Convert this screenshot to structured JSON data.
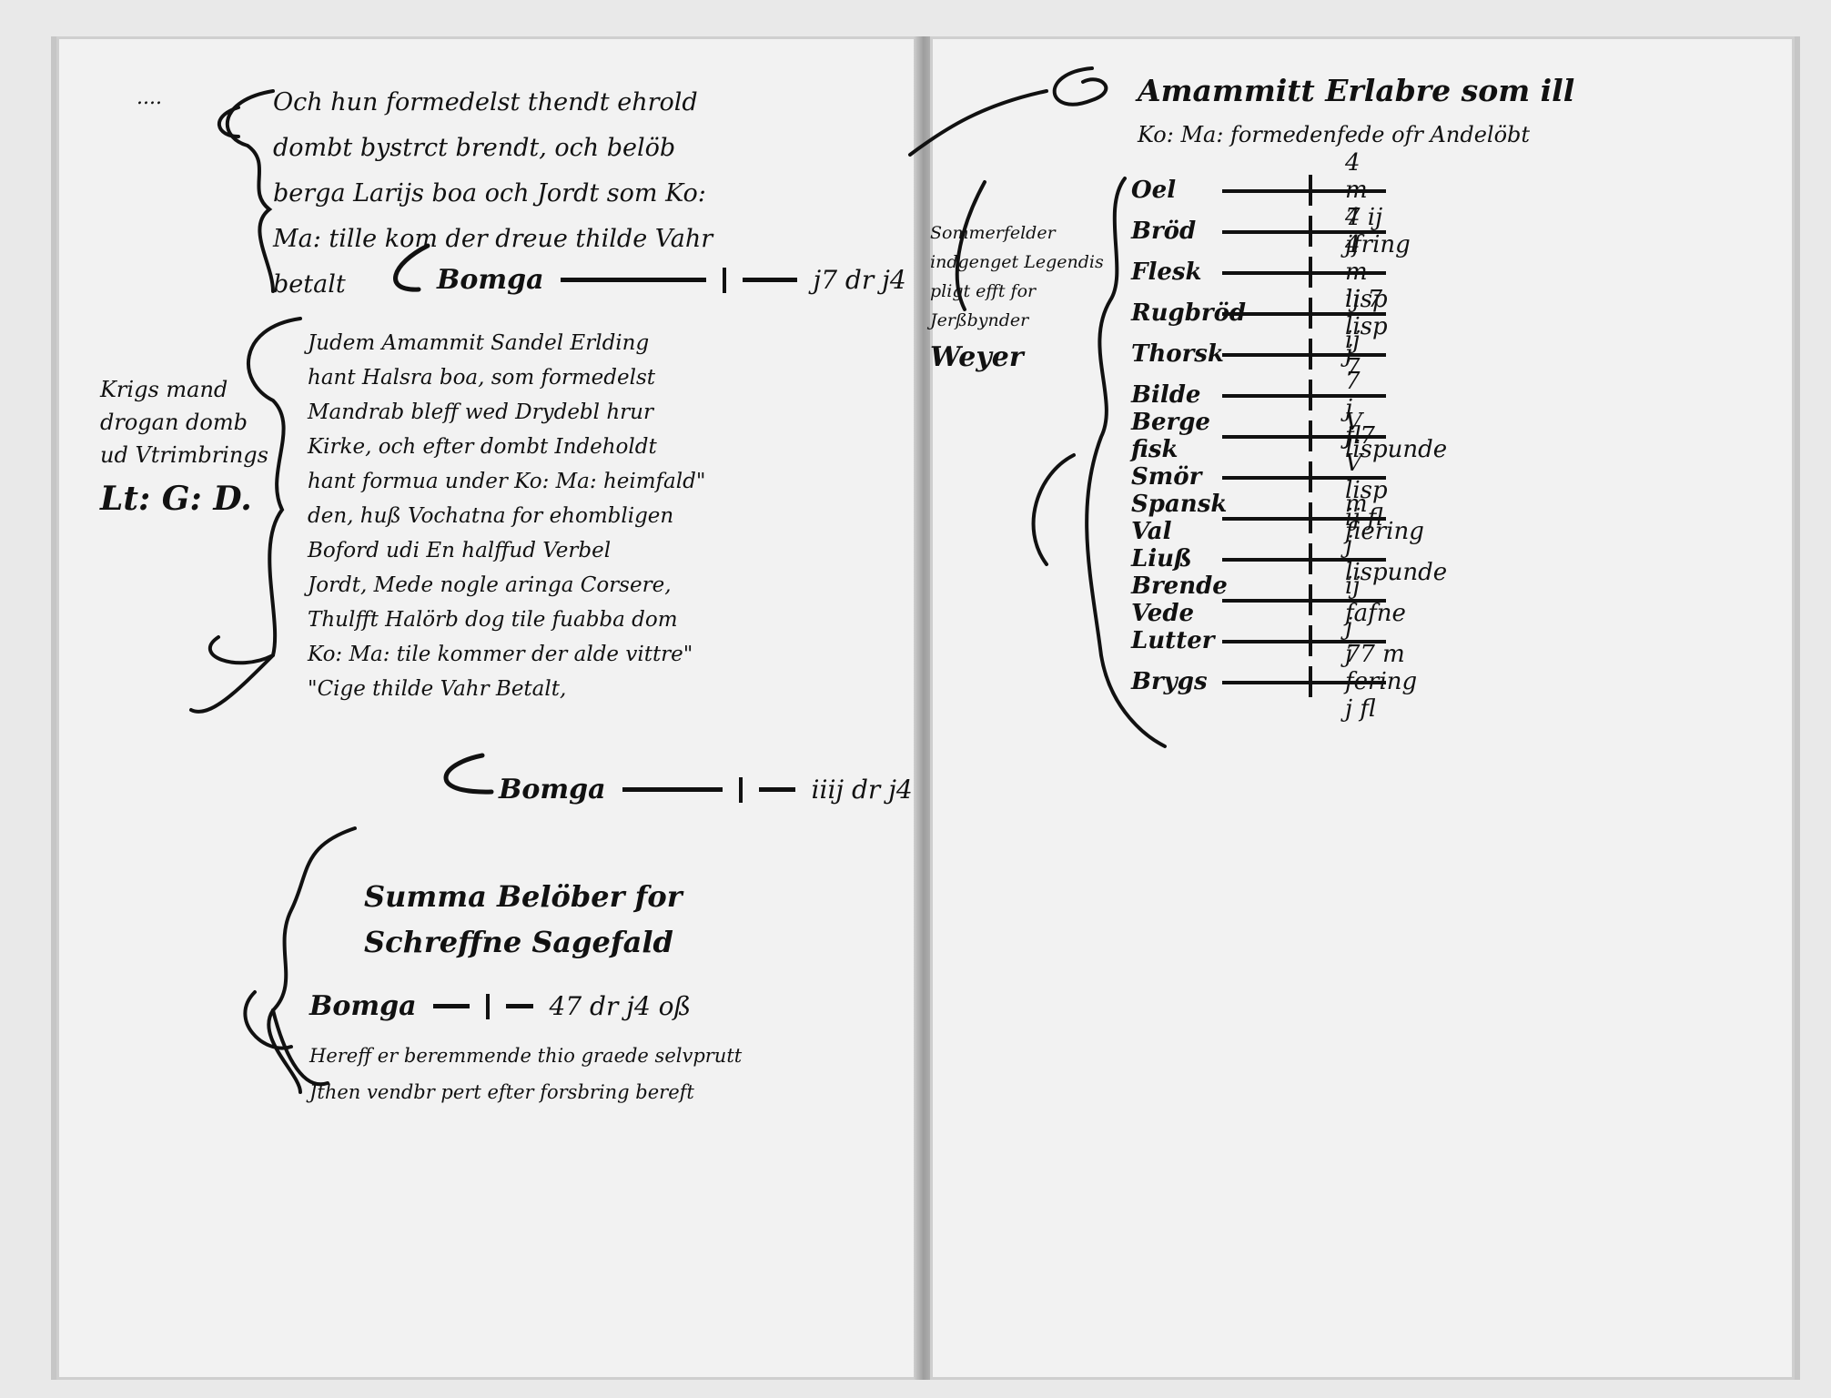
{
  "left_page": {
    "corner_mark": "....",
    "entry1": {
      "lines": [
        "Och hun formedelst thendt ehrold",
        "dombt bystrct brendt, och belöb",
        "berga Larijs boa och Jordt som Ko:",
        "Ma: tille kom der dreue thilde Vahr",
        "betalt"
      ],
      "sum_label": "Bomga",
      "sum_value": "j7 dr j4"
    },
    "margin_note": {
      "lines": [
        "Krigs mand",
        "drogan domb",
        "ud Vtrimbrings"
      ],
      "initials": "Lt: G: D."
    },
    "entry2": {
      "lines": [
        "Judem Amammit Sandel Erlding",
        "hant Halsra boa, som formedelst",
        "Mandrab bleff wed Drydebl hrur",
        "Kirke, och efter dombt Indeholdt",
        "hant formua under Ko: Ma: heimfald\"",
        "den, huß Vochatna for ehombligen",
        "Boford udi En halffud Verbel",
        "Jordt, Mede nogle aringa Corsere,",
        "Thulfft Halörb dog tile fuabba dom",
        "Ko: Ma: tile kommer der alde vittre\"",
        "\"Cige thilde Vahr Betalt,"
      ],
      "sum_label": "Bomga",
      "sum_value": "iiij dr j4"
    },
    "summa": {
      "heading_lines": [
        "Summa Belöber for",
        "Schreffne Sagefald"
      ],
      "sum_label": "Bomga",
      "sum_value": "47 dr j4 oß",
      "note_lines": [
        "Hereff er beremmende thio graede selvprutt",
        "Jthen vendbr pert efter forsbring bereft"
      ]
    }
  },
  "right_page": {
    "heading": "Amammitt Erlabre som ill",
    "subheading": "Ko: Ma: formedenfede ofr Andelöbt",
    "margin_note": {
      "lines": [
        "Sommerfelder",
        "indgenget Legendis",
        "pligt efft for",
        "Jerßbynder"
      ],
      "signature": "Weyer"
    },
    "ledger": [
      {
        "item": "Oel",
        "qty": "4 m 7"
      },
      {
        "item": "Bröd",
        "qty": "4 ij jfring"
      },
      {
        "item": "Flesk",
        "qty": "4 m lisp"
      },
      {
        "item": "Rugbröd",
        "qty": "ij 7 lisp"
      },
      {
        "item": "Thorsk",
        "qty": "ij 7"
      },
      {
        "item": "Bilde",
        "qty": "j 7 j fl"
      },
      {
        "item": "Berge fisk",
        "qty": "V lispunde"
      },
      {
        "item": "Smör",
        "qty": "j 7 V lisp ij fl"
      },
      {
        "item": "Spansk Val",
        "qty": "m fiering"
      },
      {
        "item": "Liuß",
        "qty": "j lispunde"
      },
      {
        "item": "Brende Vede",
        "qty": "ij fafne"
      },
      {
        "item": "Lutter",
        "qty": "j 7"
      },
      {
        "item": "Brygs",
        "qty": "j 7 m fering j fl"
      }
    ]
  }
}
